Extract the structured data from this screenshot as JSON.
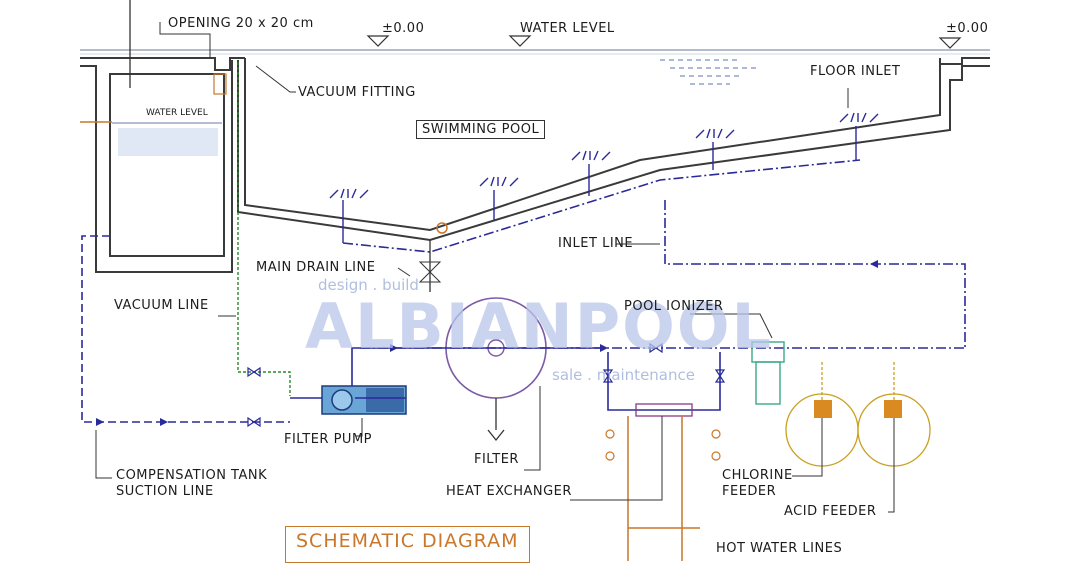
{
  "labels": {
    "opening": "OPENING 20 x 20 cm",
    "level_left": "±0.00",
    "water_level": "WATER LEVEL",
    "level_right": "±0.00",
    "vacuum_fitting": "VACUUM FITTING",
    "floor_inlet": "FLOOR INLET",
    "tank_water_level": "WATER LEVEL",
    "swimming_pool": "SWIMMING POOL",
    "inlet_line": "INLET LINE",
    "main_drain_line": "MAIN DRAIN LINE",
    "vacuum_line": "VACUUM LINE",
    "pool_ionizer": "POOL IONIZER",
    "filter_pump": "FILTER PUMP",
    "compensation_tank_1": "COMPENSATION TANK",
    "compensation_tank_2": "SUCTION LINE",
    "filter": "FILTER",
    "heat_exchanger": "HEAT EXCHANGER",
    "chlorine_feeder_1": "CHLORINE",
    "chlorine_feeder_2": "FEEDER",
    "acid_feeder": "ACID FEEDER",
    "hot_water_lines": "HOT WATER LINES",
    "schematic_title": "SCHEMATIC DIAGRAM"
  },
  "watermark": {
    "design_build": "design . build",
    "brand": "ALBIANPOOL",
    "sale_maintenance": "sale . maintenance"
  },
  "colors": {
    "structure": "#3a3a3a",
    "inlet_line": "#2a2a9a",
    "vacuum_line": "#2a8a2a",
    "hot_water": "#c9772b",
    "filter": "#7b5aa6",
    "ionizer": "#3aa88a",
    "watermark": "#b9c6ea"
  }
}
